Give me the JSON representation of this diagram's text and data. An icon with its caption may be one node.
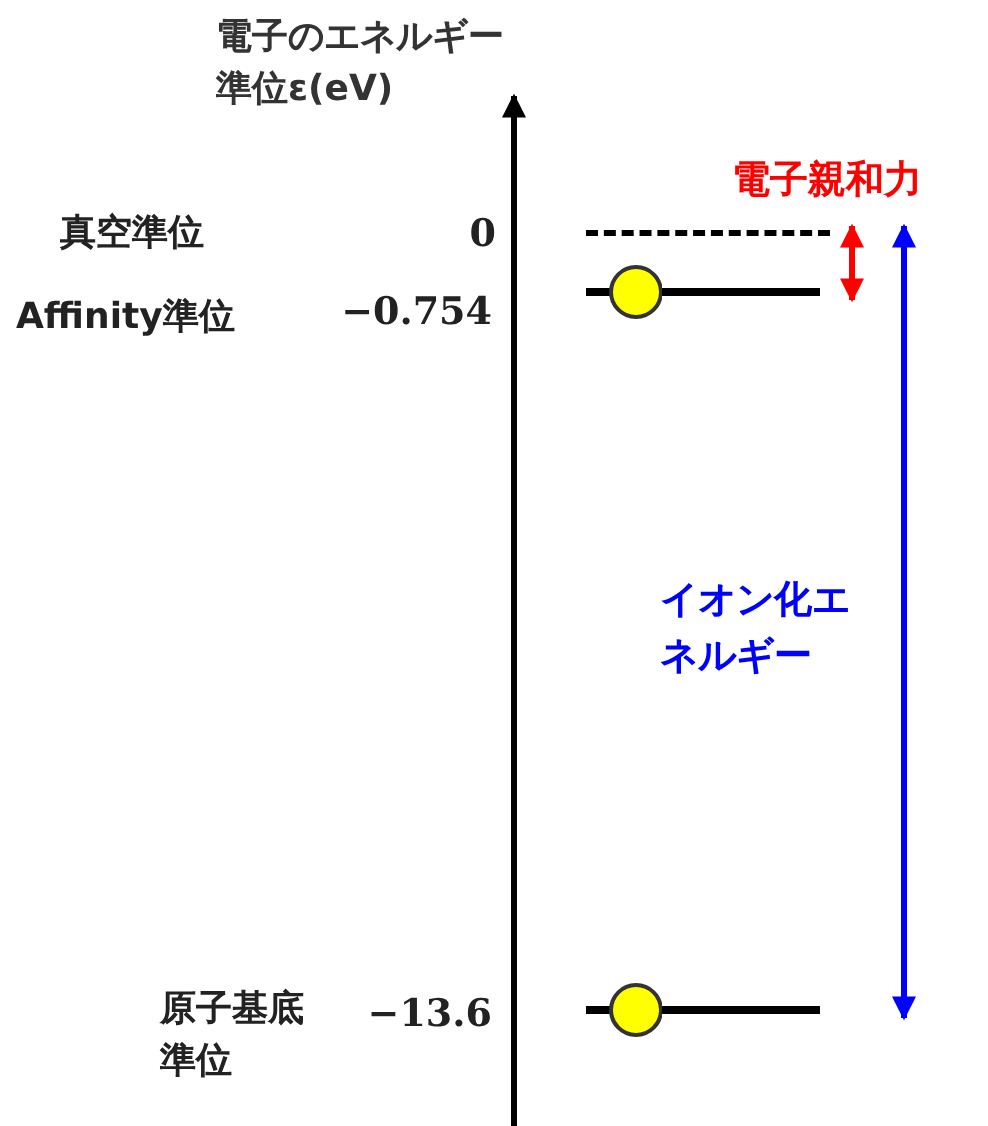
{
  "diagram": {
    "nodes": [
      {
        "text": [],
        "shape": "bar"
      },
      {
        "text": [],
        "shape": "bar"
      },
      {
        "text": [],
        "shape": "circle"
      },
      {
        "text": [],
        "shape": "bar"
      },
      {
        "text": [],
        "shape": "circle"
      }
    ],
    "edges": [
      {
        "from": 0,
        "to": 1,
        "arrow": "both",
        "label": "電子親和力",
        "color": "#ff0000"
      },
      {
        "from": 0,
        "to": 3,
        "arrow": "both",
        "label": "イオン化エネルギー",
        "color": "#0000ff"
      }
    ],
    "labels": [
      "電子のエネルギー準位ε(eV)",
      "真空準位",
      "0",
      "Affinity準位",
      "−0.754",
      "原子基底準位",
      "−13.6"
    ]
  }
}
